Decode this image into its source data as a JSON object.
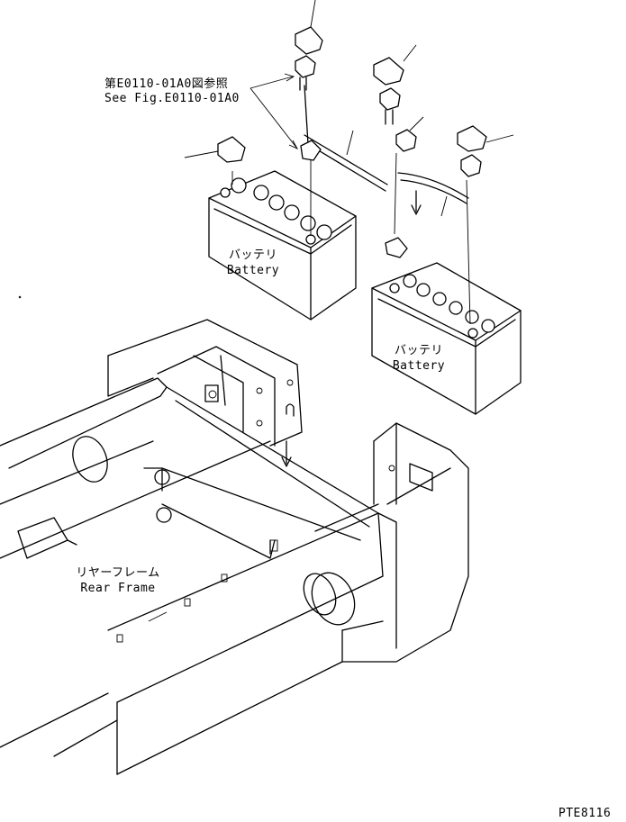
{
  "labels": {
    "ref_jp": "第E0110-01A0図参照",
    "ref_en": "See Fig.E0110-01A0",
    "battery1_jp": "バッテリ",
    "battery1_en": "Battery",
    "battery2_jp": "バッテリ",
    "battery2_en": "Battery",
    "frame_jp": "リヤーフレーム",
    "frame_en": "Rear Frame",
    "drawing_code": "PTE8116"
  }
}
